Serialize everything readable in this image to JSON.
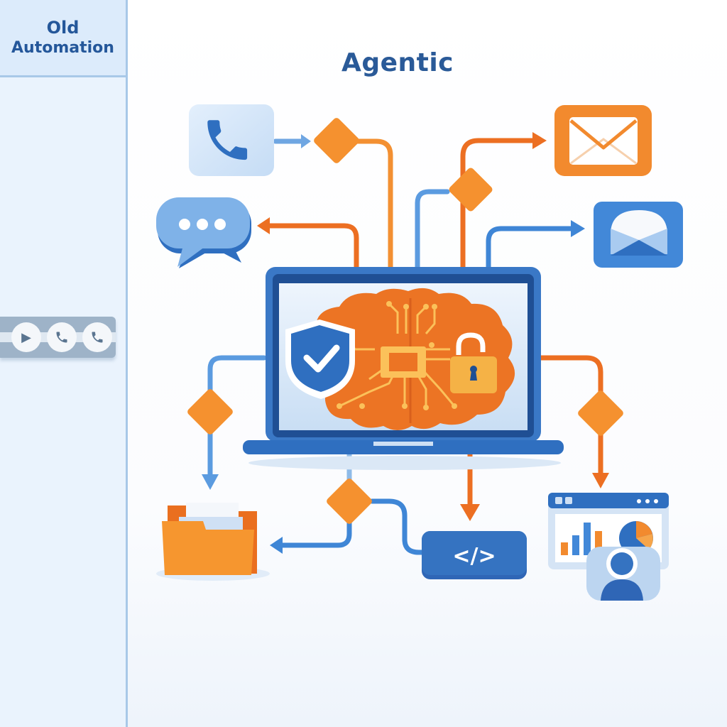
{
  "left_panel": {
    "title_line1": "Old",
    "title_line2": "Automation",
    "player_controls": [
      {
        "name": "play",
        "glyph": "▶"
      },
      {
        "name": "phone",
        "glyph": "✆"
      },
      {
        "name": "phone",
        "glyph": "✆"
      }
    ]
  },
  "main": {
    "title": "Agentic",
    "center": {
      "device": "laptop",
      "screen_content": [
        "brain-circuit",
        "shield-check",
        "padlock",
        "chip"
      ]
    },
    "nodes": [
      {
        "id": "phone",
        "icon": "phone-icon",
        "position": "top-left"
      },
      {
        "id": "chat",
        "icon": "chat-bubble-icon",
        "position": "left"
      },
      {
        "id": "email-orange",
        "icon": "envelope-icon",
        "position": "top-right"
      },
      {
        "id": "email-blue",
        "icon": "open-envelope-icon",
        "position": "right"
      },
      {
        "id": "folder",
        "icon": "folder-icon",
        "position": "bottom-left"
      },
      {
        "id": "code",
        "icon": "code-icon",
        "label": "</>",
        "position": "bottom-center"
      },
      {
        "id": "dashboard",
        "icon": "dashboard-icon",
        "position": "bottom-right"
      }
    ],
    "decision_diamonds": 5
  },
  "colors": {
    "orange": "#f28a2e",
    "orange_dark": "#ec6f22",
    "blue": "#2f6fbe",
    "blue_light": "#5b9be0",
    "navy": "#24579a",
    "panel_bg": "#eaf3fd"
  }
}
